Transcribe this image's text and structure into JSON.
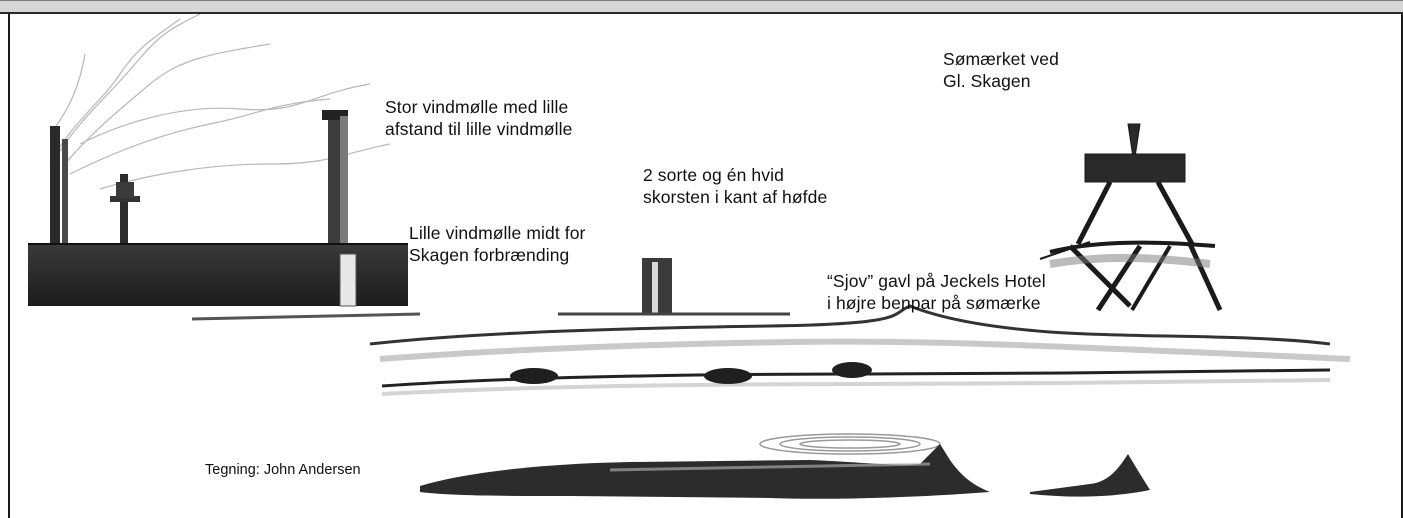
{
  "labels": {
    "stor_vindmolle": {
      "line1": "Stor  vindmølle med lille",
      "line2": "afstand til lille vindmølle"
    },
    "lille_vindmolle": {
      "line1": "Lille vindmølle midt for",
      "line2": "Skagen forbrænding"
    },
    "skorsten": {
      "line1": "2 sorte og én hvid",
      "line2": "skorsten i kant af høfde"
    },
    "somaerket": {
      "line1": "Sømærket ved",
      "line2": "Gl. Skagen"
    },
    "sjov_gavl": {
      "line1": "“Sjov” gavl på Jeckels Hotel",
      "line2": "i højre benpar på sømærke"
    }
  },
  "credit": "Tegning: John Andersen"
}
